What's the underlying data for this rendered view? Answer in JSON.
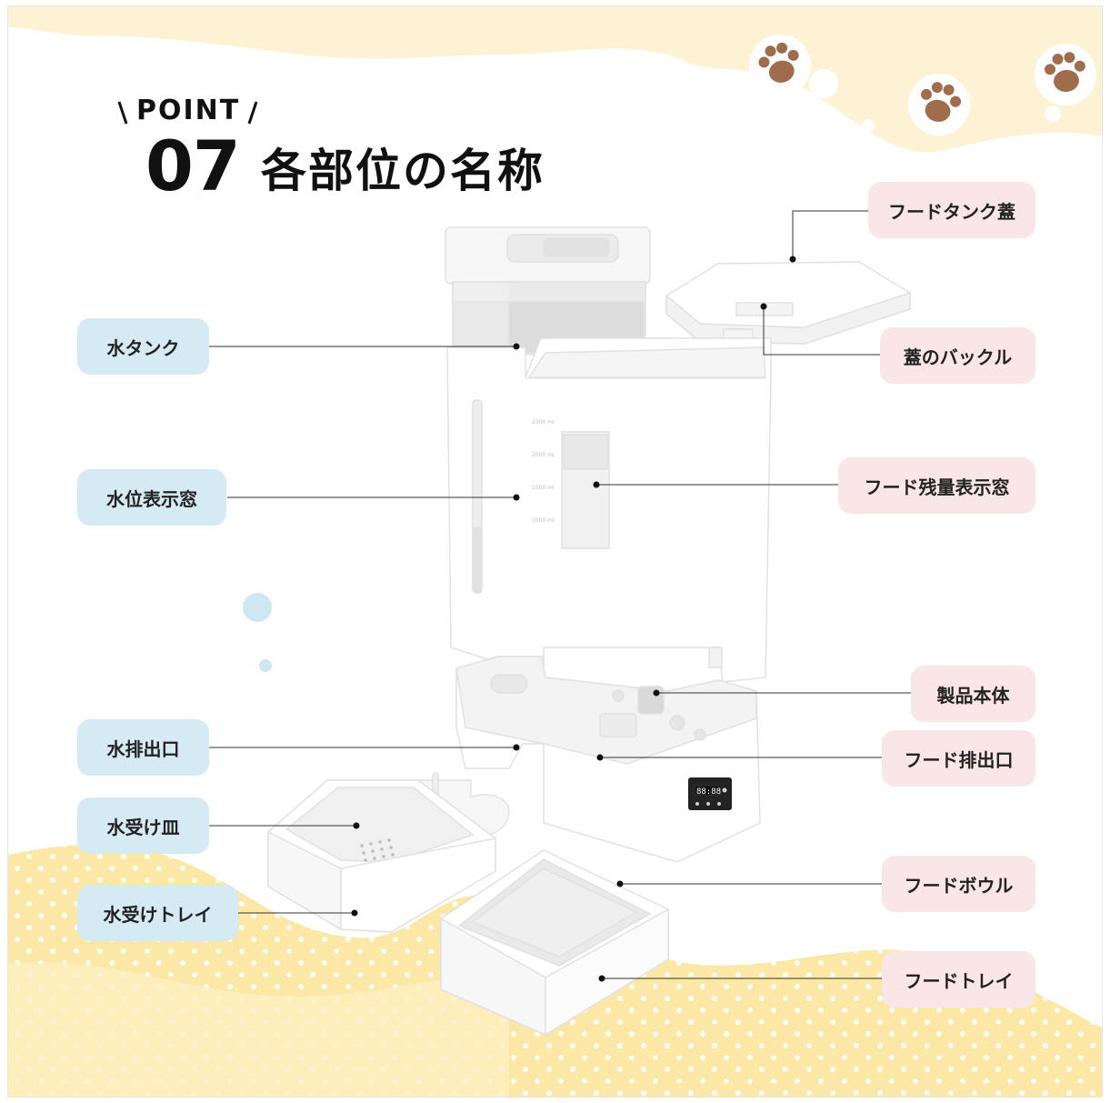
{
  "header": {
    "kicker": "POINT",
    "number": "07",
    "title": "各部位の名称"
  },
  "colors": {
    "label_blue": "#d5eaf3",
    "label_pink": "#fbe6e7",
    "wave_yellow": "#fbe7a6",
    "wave_cream": "#fdf3d4",
    "paw_brown": "#a06d4c",
    "accent_blue": "#cfe6f3"
  },
  "labels_left": [
    "水タンク",
    "水位表示窓",
    "水排出口",
    "水受け皿",
    "水受けトレイ"
  ],
  "labels_right": [
    "フードタンク蓋",
    "蓋のバックル",
    "フード残量表示窓",
    "製品本体",
    "フード排出口",
    "フードボウル",
    "フードトレイ"
  ],
  "product": {
    "display_digits": "88:88",
    "scale_marks": [
      "2300 ml",
      "2000 ml",
      "1500 ml",
      "1000 ml"
    ]
  },
  "icons": [
    "paw-icon",
    "paw-icon",
    "paw-icon"
  ]
}
